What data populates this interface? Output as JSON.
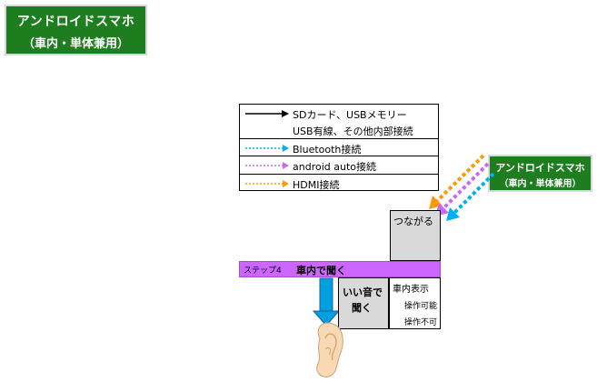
{
  "title_badge": {
    "line1": "アンドロイドスマホ",
    "line2": "（車内・単体兼用）"
  },
  "legend": {
    "rows": [
      {
        "line1": "SDカード、USBメモリー",
        "line2": "USB有線、その他内部接続",
        "style": "solid",
        "color": "#000000"
      },
      {
        "label": "Bluetooth接続",
        "style": "dotted",
        "color": "#00b0f0"
      },
      {
        "label": "android auto接続",
        "style": "dotted",
        "color": "#cc66ff"
      },
      {
        "label": "HDMI接続",
        "style": "dotted",
        "color": "#ff9900"
      }
    ]
  },
  "device_badge": {
    "line1": "アンドロイドスマホ",
    "line2": "（車内・単体兼用）"
  },
  "connect_box": {
    "label": "つながる"
  },
  "step": {
    "number": "ステップ4",
    "title": "車内で聞く"
  },
  "good_sound": {
    "line1": "いい音で",
    "line2": "聞く"
  },
  "display": {
    "title": "車内表示",
    "ok": "操作可能",
    "ng": "操作不可"
  },
  "icons": {
    "arrow": "down-arrow-icon",
    "ear": "ear-icon"
  },
  "colors": {
    "green": "#1e7d1e",
    "purple": "#cc66ff",
    "blue_arrow": "#00a0e0",
    "orange": "#ff9900",
    "skin": "#f9d9b3"
  }
}
